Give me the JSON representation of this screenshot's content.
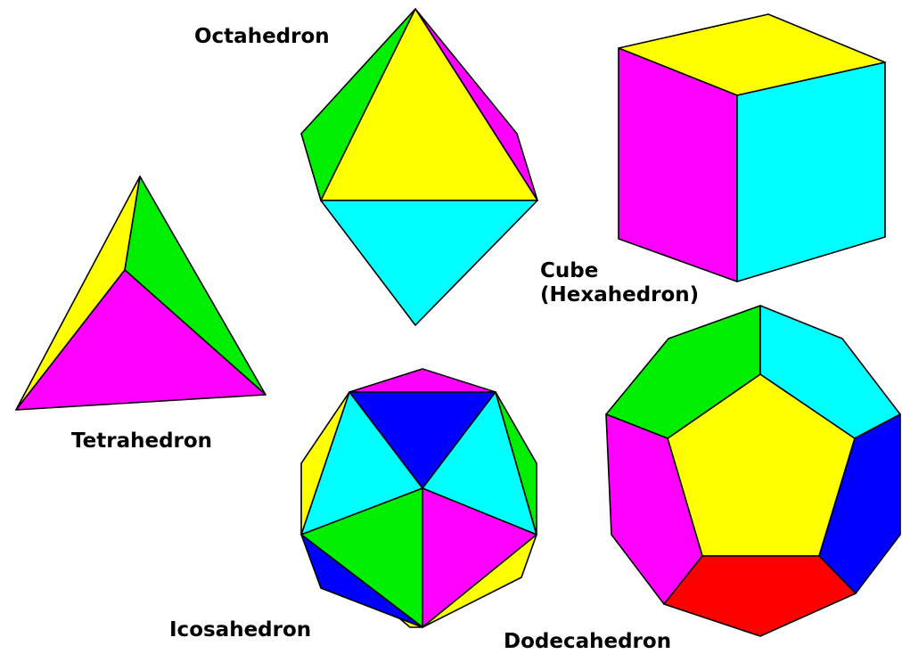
{
  "colors": {
    "yellow": "#ffff00",
    "green": "#00ee00",
    "magenta": "#ff00ff",
    "cyan": "#00ffff",
    "blue": "#0000ff",
    "red": "#ff0000",
    "outline": "#000000"
  },
  "labels": {
    "octahedron": "Octahedron",
    "tetrahedron": "Tetrahedron",
    "cube_line1": "Cube",
    "cube_line2": "(Hexahedron)",
    "icosahedron": "Icosahedron",
    "dodecahedron": "Dodecahedron"
  },
  "solids": [
    {
      "name": "tetrahedron",
      "faces": [
        "yellow",
        "green",
        "magenta"
      ]
    },
    {
      "name": "octahedron",
      "faces": [
        "green",
        "magenta",
        "yellow",
        "cyan"
      ]
    },
    {
      "name": "cube",
      "faces": [
        "yellow",
        "magenta",
        "cyan"
      ]
    },
    {
      "name": "icosahedron",
      "faces": [
        "magenta",
        "blue",
        "cyan",
        "cyan",
        "green",
        "magenta",
        "yellow",
        "green",
        "yellow",
        "blue",
        "yellow"
      ]
    },
    {
      "name": "dodecahedron",
      "faces": [
        "yellow",
        "green",
        "cyan",
        "magenta",
        "blue",
        "red"
      ]
    }
  ]
}
